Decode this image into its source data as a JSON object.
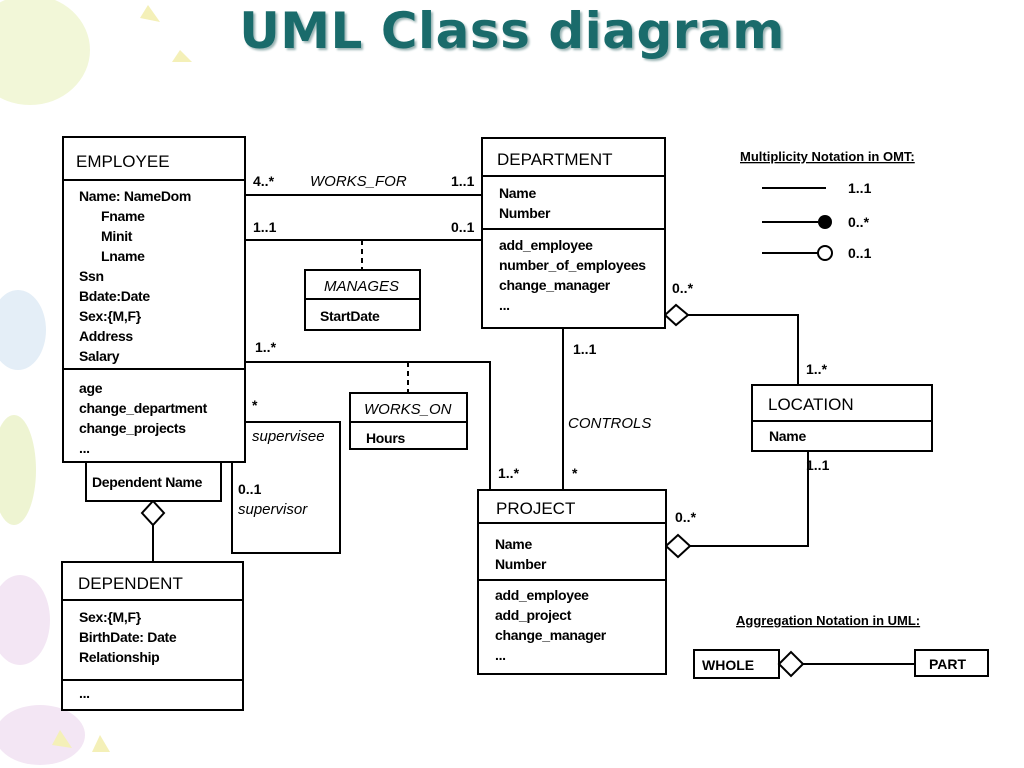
{
  "title": "UML Class diagram",
  "classes": {
    "employee": {
      "name": "EMPLOYEE",
      "attributes": [
        "Name: NameDom",
        "Fname",
        "Minit",
        "Lname",
        "Ssn",
        "Bdate:Date",
        "Sex:{M,F}",
        "Address",
        "Salary"
      ],
      "operations": [
        "age",
        "change_department",
        "change_projects",
        "..."
      ],
      "qualifier": "Dependent Name"
    },
    "department": {
      "name": "DEPARTMENT",
      "attributes": [
        "Name",
        "Number"
      ],
      "operations": [
        "add_employee",
        "number_of_employees",
        "change_manager",
        "..."
      ]
    },
    "project": {
      "name": "PROJECT",
      "attributes": [
        "Name",
        "Number"
      ],
      "operations": [
        "add_employee",
        "add_project",
        "change_manager",
        "..."
      ]
    },
    "location": {
      "name": "LOCATION",
      "attributes": [
        "Name"
      ]
    },
    "dependent": {
      "name": "DEPENDENT",
      "attributes": [
        "Sex:{M,F}",
        "BirthDate: Date",
        "Relationship"
      ],
      "operations": [
        "..."
      ]
    },
    "manages": {
      "name": "MANAGES",
      "attributes": [
        "StartDate"
      ]
    },
    "works_on": {
      "name": "WORKS_ON",
      "attributes": [
        "Hours"
      ]
    }
  },
  "associations": {
    "works_for": {
      "label": "WORKS_FOR",
      "emp_mult": "4..*",
      "dept_mult": "1..1"
    },
    "manages": {
      "emp_mult": "1..1",
      "dept_mult": "0..1"
    },
    "works_on": {
      "emp_mult": "1..*",
      "proj_mult": "1..*"
    },
    "supervision": {
      "supervisee_mult": "*",
      "supervisee_role": "supervisee",
      "supervisor_mult": "0..1",
      "supervisor_role": "supervisor"
    },
    "controls": {
      "label": "CONTROLS",
      "dept_mult": "1..1",
      "proj_mult": "*"
    },
    "dept_location": {
      "dept_mult": "0..*",
      "loc_mult": "1..*"
    },
    "proj_location": {
      "proj_mult": "0..*",
      "loc_mult": "1..1"
    }
  },
  "legend_multiplicity": {
    "title": "Multiplicity Notation in OMT:",
    "rows": [
      "1..1",
      "0..*",
      "0..1"
    ]
  },
  "legend_aggregation": {
    "title": "Aggregation Notation in UML:",
    "whole": "WHOLE",
    "part": "PART"
  },
  "colors": {
    "title": "#1a6b6b"
  }
}
